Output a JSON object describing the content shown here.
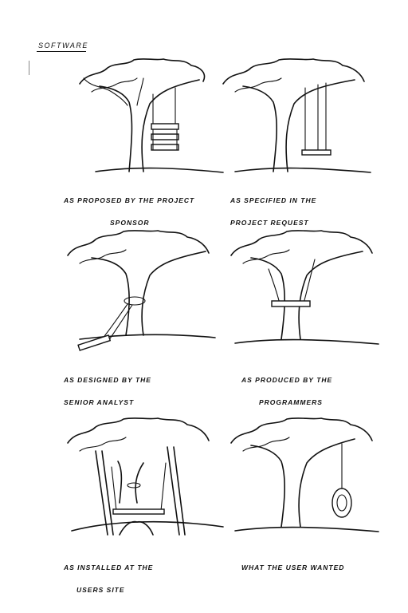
{
  "header": {
    "title": "SOFTWARE"
  },
  "panels": [
    {
      "caption_line1": "AS PROPOSED BY THE PROJECT",
      "caption_line2": "SPONSOR"
    },
    {
      "caption_line1": "AS SPECIFIED IN THE",
      "caption_line2": "PROJECT REQUEST"
    },
    {
      "caption_line1": "AS DESIGNED BY THE",
      "caption_line2": "SENIOR ANALYST"
    },
    {
      "caption_line1": "AS PRODUCED BY THE",
      "caption_line2": "PROGRAMMERS"
    },
    {
      "caption_line1": "AS INSTALLED AT THE",
      "caption_line2": "USERS SITE"
    },
    {
      "caption_line1": "WHAT THE USER WANTED",
      "caption_line2": ""
    }
  ]
}
